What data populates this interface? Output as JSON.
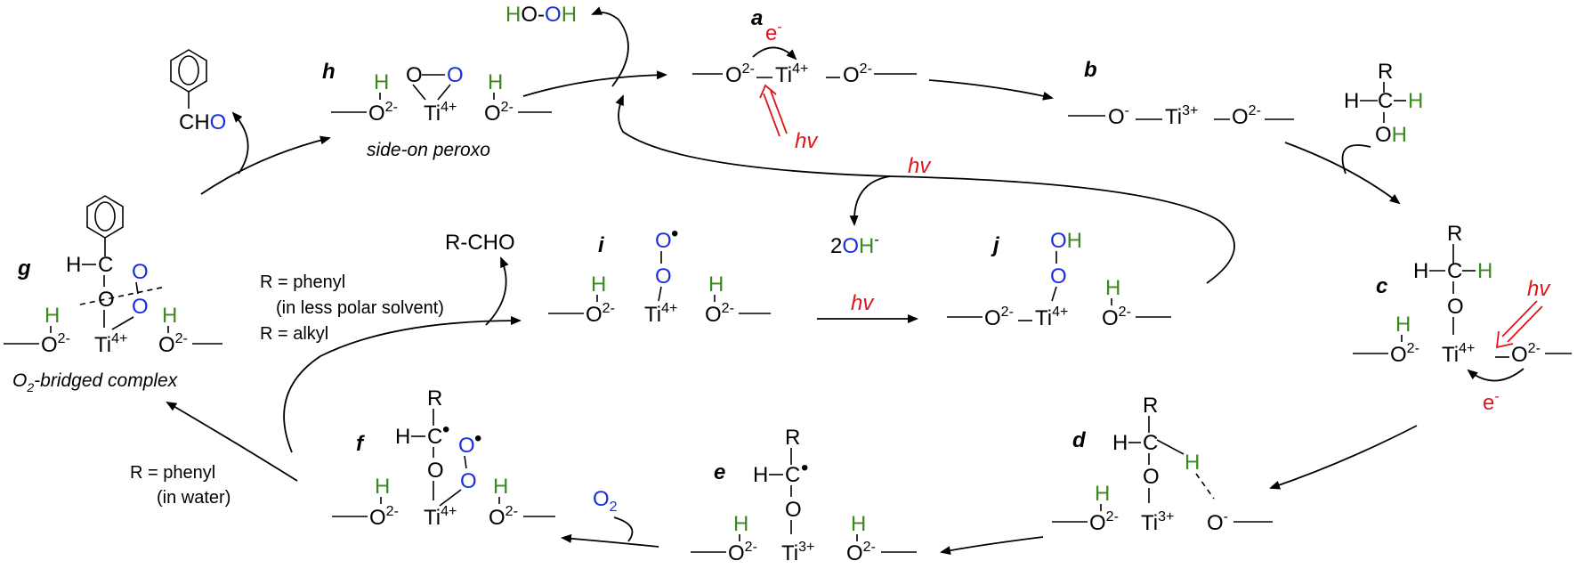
{
  "labels": {
    "a": "a",
    "b": "b",
    "c": "c",
    "d": "d",
    "e": "e",
    "f": "f",
    "g": "g",
    "h": "h",
    "i": "i",
    "j": "j"
  },
  "captions": {
    "side_on": "side-on peroxo",
    "o2_bridged_pre": "O",
    "o2_bridged_sub": "2",
    "o2_bridged_post": "-bridged complex"
  },
  "species": {
    "h2o2": {
      "h1": "H",
      "mid": "O-O",
      "h2": "H"
    },
    "two_oh": {
      "coef": "2",
      "oh_o": "O",
      "oh_h": "H",
      "charge": "-"
    },
    "r_cho": "R-CHO",
    "benzaldehyde": {
      "ch": "CH",
      "o": "O"
    },
    "o2": {
      "o": "O",
      "sub": "2"
    },
    "methanol_r": "R",
    "methanol_h1": "H",
    "methanol_h2": "H",
    "methanol_oh": "OH"
  },
  "chem": {
    "o": "O",
    "ti": "Ti",
    "h": "H",
    "c": "C",
    "r": "R",
    "o2_minus": "2-",
    "o_minus": "-",
    "ti4": "4+",
    "ti3": "3+",
    "electron": "e",
    "electron_charge": "-",
    "radical": "•"
  },
  "conditions": {
    "hv": "hv",
    "r_phenyl_less_polar_1": "R = phenyl",
    "r_phenyl_less_polar_2": "(in less polar solvent)",
    "r_alkyl": "R = alkyl",
    "r_phenyl_water_1": "R = phenyl",
    "r_phenyl_water_2": "(in water)"
  },
  "colors": {
    "hydrogen_green": "#3b8a1e",
    "oxygen_blue": "#1a2ee0",
    "light_red": "#e3131b",
    "ink": "#000000"
  }
}
